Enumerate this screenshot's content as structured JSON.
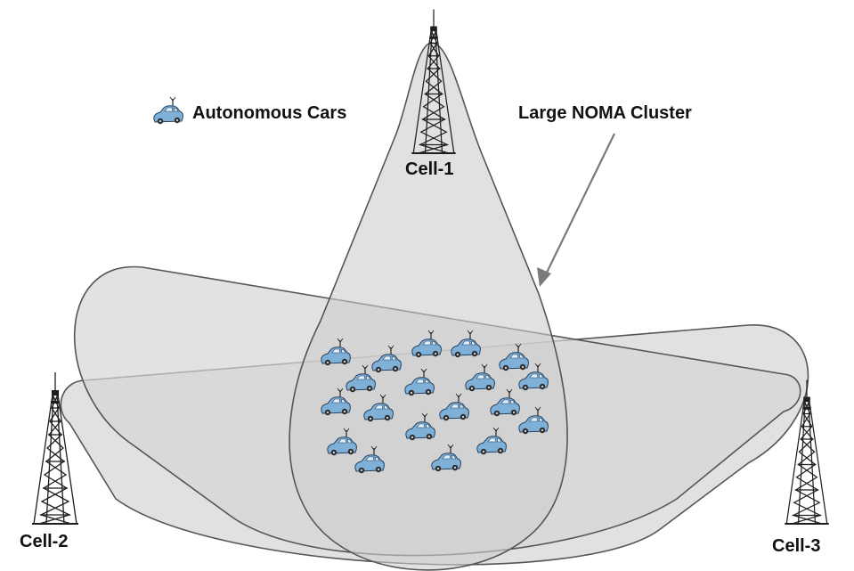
{
  "labels": {
    "legend": "Autonomous Cars",
    "cluster": "Large NOMA Cluster",
    "cell1": "Cell-1",
    "cell2": "Cell-2",
    "cell3": "Cell-3"
  },
  "icons": {
    "tower": "cell-tower-icon",
    "car": "autonomous-car-icon"
  },
  "colors": {
    "beam_fill": "#d9d9d9",
    "beam_stroke": "#555555",
    "car_body": "#7fb0d8",
    "car_window": "#e3f0fa",
    "tower": "#222222",
    "arrow": "#7a7a7a"
  }
}
